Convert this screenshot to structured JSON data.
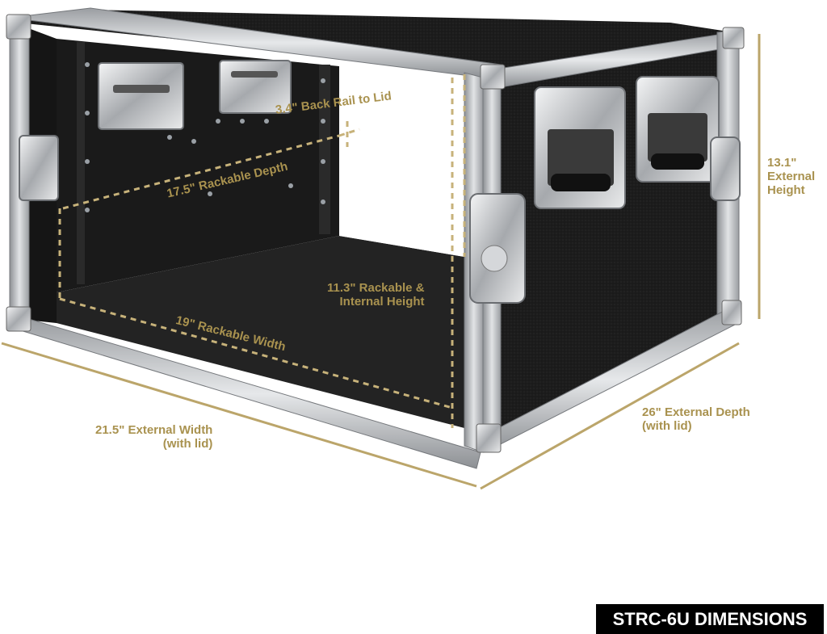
{
  "product_title": "STRC-6U DIMENSIONS",
  "colors": {
    "accent_gold": "#a9924f",
    "dimension_line": "#c7b27a",
    "case_black": "#1b1b1b",
    "aluminum_trim": "#b9bcc0",
    "badge_background": "#000000",
    "badge_text": "#ffffff"
  },
  "dimensions": {
    "back_rail_to_lid": "3.4\" Back Rail to Lid",
    "rackable_depth": "17.5\" Rackable Depth",
    "rackable_internal_height_line1": "11.3\" Rackable &",
    "rackable_internal_height_line2": "Internal Height",
    "rackable_width": "19\" Rackable Width",
    "external_width_line1": "21.5\" External Width",
    "external_width_line2": "(with lid)",
    "external_depth_line1": "26\" External Depth",
    "external_depth_line2": "(with lid)",
    "external_height_line1": "13.1\"",
    "external_height_line2": "External",
    "external_height_line3": "Height"
  },
  "icons": {
    "handles": "recessed-handle-icon",
    "latches": "butterfly-latch-icon",
    "rack_rails": "rack-rail-icon"
  }
}
